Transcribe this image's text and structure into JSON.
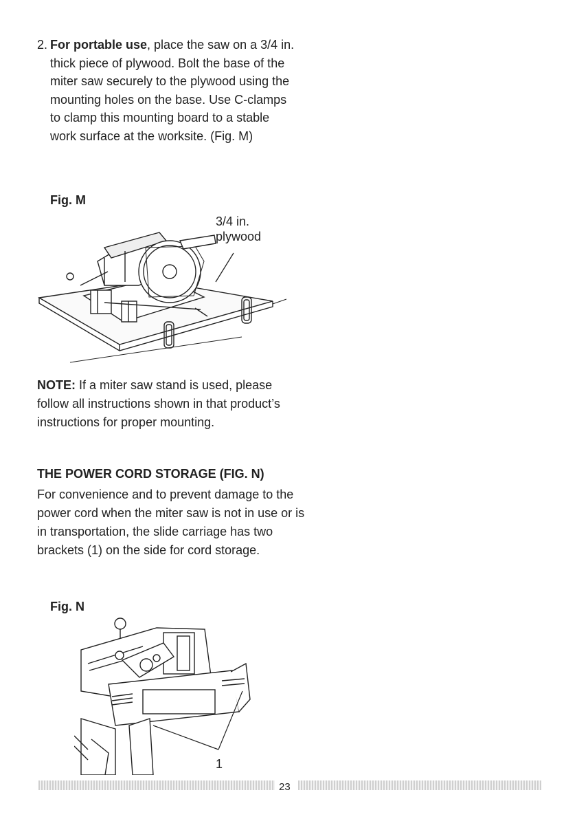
{
  "step2": {
    "number": "2.",
    "title": "For portable use",
    "text": ", place the saw on a 3/4 in. thick piece of plywood. Bolt the base of the miter saw securely to the plywood using the mounting holes on the base. Use C-clamps to clamp this mounting board to a stable work surface at the worksite. (Fig. M)"
  },
  "fig_m": {
    "label": "Fig. M",
    "callout_line1": "3/4 in.",
    "callout_line2": "plywood"
  },
  "note": {
    "label": "NOTE:",
    "text": " If a miter saw stand is used, please follow all instructions shown in that product’s instructions for proper mounting."
  },
  "cord_storage": {
    "heading": "THE POWER CORD STORAGE (FIG. N)",
    "text": "For convenience and to prevent damage to the power cord when the miter saw is not in use or is in transportation, the slide carriage has two brackets (1) on the side for cord storage."
  },
  "fig_n": {
    "label": "Fig. N",
    "callout": "1"
  },
  "footer": {
    "page_number": "23"
  }
}
